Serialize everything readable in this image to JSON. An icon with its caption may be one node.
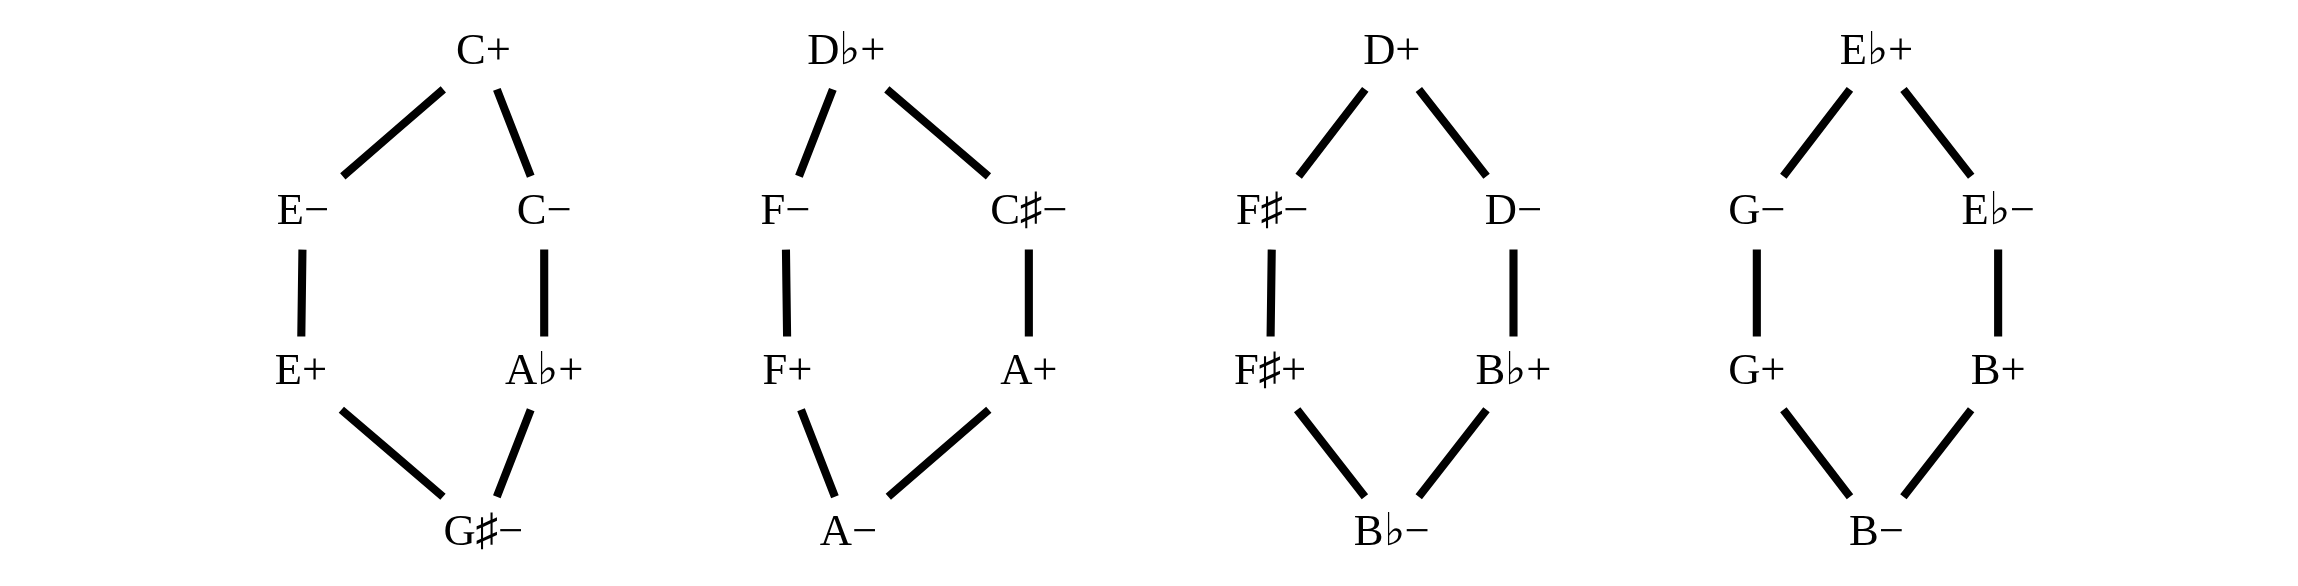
{
  "diagram": {
    "nodes": [
      {
        "text": [
          "C+"
        ]
      },
      {
        "text": [
          "E−"
        ]
      },
      {
        "text": [
          "C−"
        ]
      },
      {
        "text": [
          "E+"
        ]
      },
      {
        "text": [
          "A♭+"
        ]
      },
      {
        "text": [
          "G♯−"
        ]
      },
      {
        "text": [
          "D♭+"
        ]
      },
      {
        "text": [
          "F−"
        ]
      },
      {
        "text": [
          "C♯−"
        ]
      },
      {
        "text": [
          "F+"
        ]
      },
      {
        "text": [
          "A+"
        ]
      },
      {
        "text": [
          "A−"
        ]
      },
      {
        "text": [
          "D+"
        ]
      },
      {
        "text": [
          "F♯−"
        ]
      },
      {
        "text": [
          "D−"
        ]
      },
      {
        "text": [
          "F♯+"
        ]
      },
      {
        "text": [
          "B♭+"
        ]
      },
      {
        "text": [
          "B♭−"
        ]
      },
      {
        "text": [
          "E♭+"
        ]
      },
      {
        "text": [
          "G−"
        ]
      },
      {
        "text": [
          "E♭−"
        ]
      },
      {
        "text": [
          "G+"
        ]
      },
      {
        "text": [
          "B+"
        ]
      },
      {
        "text": [
          "B−"
        ]
      }
    ],
    "edges": [
      {
        "from": 0,
        "to": 2,
        "arrow": "none"
      },
      {
        "from": 2,
        "to": 4,
        "arrow": "none"
      },
      {
        "from": 4,
        "to": 5,
        "arrow": "none"
      },
      {
        "from": 3,
        "to": 5,
        "arrow": "none"
      },
      {
        "from": 1,
        "to": 3,
        "arrow": "none"
      },
      {
        "from": 0,
        "to": 1,
        "arrow": "none"
      },
      {
        "from": 6,
        "to": 8,
        "arrow": "none"
      },
      {
        "from": 8,
        "to": 10,
        "arrow": "none"
      },
      {
        "from": 10,
        "to": 11,
        "arrow": "none"
      },
      {
        "from": 9,
        "to": 11,
        "arrow": "none"
      },
      {
        "from": 7,
        "to": 9,
        "arrow": "none"
      },
      {
        "from": 6,
        "to": 7,
        "arrow": "none"
      },
      {
        "from": 12,
        "to": 14,
        "arrow": "none"
      },
      {
        "from": 14,
        "to": 16,
        "arrow": "none"
      },
      {
        "from": 16,
        "to": 17,
        "arrow": "none"
      },
      {
        "from": 15,
        "to": 17,
        "arrow": "none"
      },
      {
        "from": 13,
        "to": 15,
        "arrow": "none"
      },
      {
        "from": 12,
        "to": 13,
        "arrow": "none"
      },
      {
        "from": 18,
        "to": 20,
        "arrow": "none"
      },
      {
        "from": 20,
        "to": 22,
        "arrow": "none"
      },
      {
        "from": 22,
        "to": 23,
        "arrow": "none"
      },
      {
        "from": 21,
        "to": 23,
        "arrow": "none"
      },
      {
        "from": 19,
        "to": 21,
        "arrow": "none"
      },
      {
        "from": 18,
        "to": 19,
        "arrow": "none"
      }
    ]
  }
}
